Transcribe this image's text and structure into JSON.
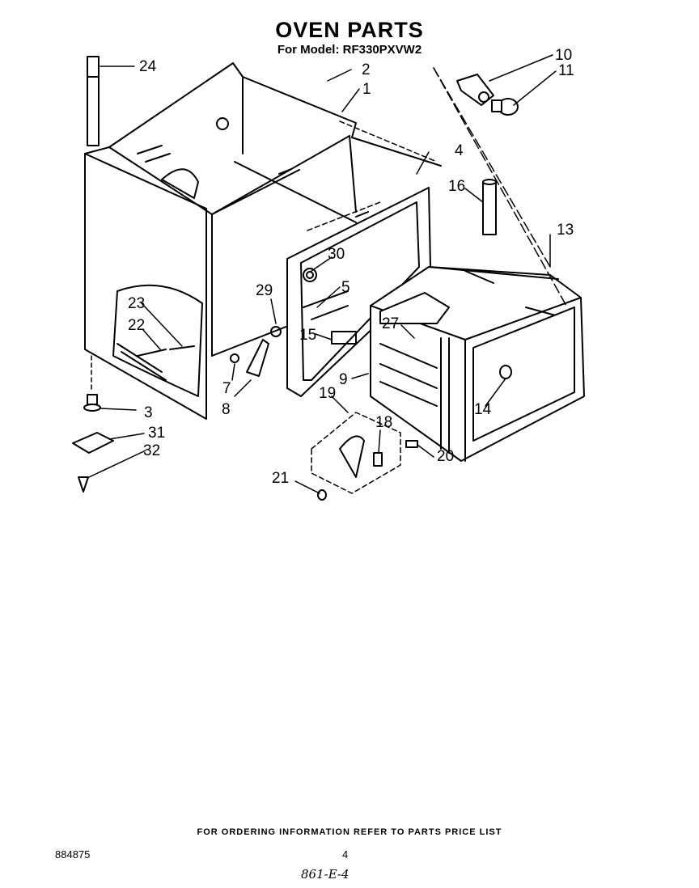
{
  "header": {
    "title": "OVEN PARTS",
    "subtitle": "For Model: RF330PXVW2"
  },
  "callouts": {
    "c1": "1",
    "c2": "2",
    "c3": "3",
    "c4": "4",
    "c5": "5",
    "c7": "7",
    "c8": "8",
    "c9": "9",
    "c10": "10",
    "c11": "11",
    "c13": "13",
    "c14": "14",
    "c15": "15",
    "c16": "16",
    "c18": "18",
    "c19": "19",
    "c20": "20",
    "c21": "21",
    "c22": "22",
    "c23": "23",
    "c24": "24",
    "c27": "27",
    "c29": "29",
    "c30": "30",
    "c31": "31",
    "c32": "32"
  },
  "footer": {
    "ordering_note": "FOR ORDERING INFORMATION REFER TO PARTS PRICE LIST",
    "doc_number": "884875",
    "page_number": "4",
    "handwritten_note": "861-E-4"
  }
}
